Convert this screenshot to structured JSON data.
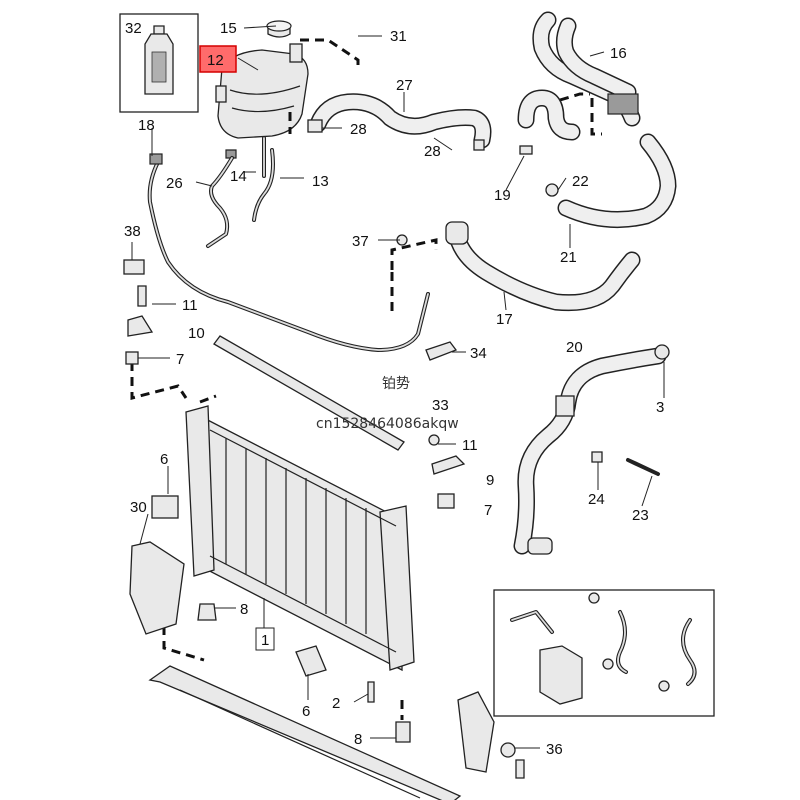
{
  "labels": {
    "l32": "32",
    "l15": "15",
    "l31": "31",
    "l12": "12",
    "l16": "16",
    "l18": "18",
    "l27": "27",
    "l28a": "28",
    "l28b": "28",
    "l14": "14",
    "l13": "13",
    "l26": "26",
    "l19": "19",
    "l22": "22",
    "l38": "38",
    "l37": "37",
    "l21": "21",
    "l11a": "11",
    "l17": "17",
    "l10": "10",
    "l20": "20",
    "l34": "34",
    "l7a": "7",
    "l3": "3",
    "l33": "33",
    "l11b": "11",
    "l6a": "6",
    "l9": "9",
    "l24": "24",
    "l23": "23",
    "l30": "30",
    "l7b": "7",
    "l8a": "8",
    "l1": "1",
    "l2": "2",
    "l6b": "6",
    "l8b": "8",
    "l36": "36"
  },
  "watermark": {
    "cn": "铂势",
    "id": "cn1528464086akqw"
  },
  "colors": {
    "highlight_fill": "#ff6b6b",
    "highlight_stroke": "#d40000",
    "line": "#222222"
  }
}
